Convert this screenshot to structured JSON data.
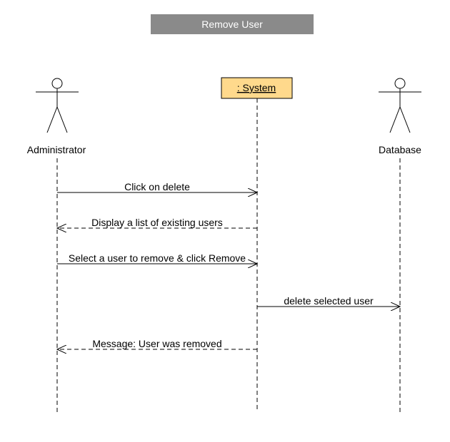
{
  "title": "Remove User",
  "participants": {
    "administrator": {
      "label": "Administrator",
      "kind": "actor"
    },
    "system": {
      "label": ": System",
      "kind": "object"
    },
    "database": {
      "label": "Database",
      "kind": "actor"
    }
  },
  "messages": [
    {
      "text": "Click on delete",
      "from": "administrator",
      "to": "system",
      "style": "sync"
    },
    {
      "text": "Display a list of existing users",
      "from": "system",
      "to": "administrator",
      "style": "return"
    },
    {
      "text": "Select a user to remove & click Remove",
      "from": "administrator",
      "to": "system",
      "style": "sync"
    },
    {
      "text": "delete selected user",
      "from": "system",
      "to": "database",
      "style": "sync"
    },
    {
      "text": "Message: User was removed",
      "from": "system",
      "to": "administrator",
      "style": "return"
    }
  ],
  "colors": {
    "title_bg": "#8a8a8a",
    "object_fill": "#ffd98c",
    "line": "#000000"
  }
}
